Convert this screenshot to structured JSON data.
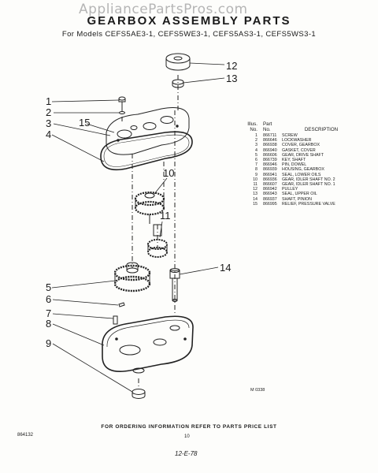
{
  "watermark": "AppliancePartsPros.com",
  "title": "GEARBOX ASSEMBLY PARTS",
  "models": "For Models CEFS5AE3-1, CEFS5WE3-1, CEFS5AS3-1, CEFS5WS3-1",
  "parts_table": {
    "headers": {
      "illus_no": "Illus.\nNo.",
      "part_no": "Part\nNo.",
      "description": "DESCRIPTION"
    },
    "rows": [
      {
        "no": "1",
        "part": "866711",
        "desc": "SCREW"
      },
      {
        "no": "2",
        "part": "866646",
        "desc": "LOCKWASHER"
      },
      {
        "no": "3",
        "part": "866938",
        "desc": "COVER, GEARBOX"
      },
      {
        "no": "4",
        "part": "866940",
        "desc": "GASKET, COVER"
      },
      {
        "no": "5",
        "part": "866606",
        "desc": "GEAR, DRIVE SHAFT"
      },
      {
        "no": "6",
        "part": "866739",
        "desc": "KEY, SHAFT"
      },
      {
        "no": "7",
        "part": "866946",
        "desc": "PIN, DOWEL"
      },
      {
        "no": "8",
        "part": "866939",
        "desc": "HOUSING, GEARBOX"
      },
      {
        "no": "9",
        "part": "866941",
        "desc": "SEAL, LOWER OILS"
      },
      {
        "no": "10",
        "part": "866936",
        "desc": "GEAR, IDLER SHAFT NO. 2"
      },
      {
        "no": "11",
        "part": "866607",
        "desc": "GEAR, IDLER SHAFT NO. 1"
      },
      {
        "no": "12",
        "part": "866942",
        "desc": "PULLEY"
      },
      {
        "no": "13",
        "part": "866943",
        "desc": "SEAL, UPPER OIL"
      },
      {
        "no": "14",
        "part": "866937",
        "desc": "SHAFT, PINION"
      },
      {
        "no": "15",
        "part": "866995",
        "desc": "RELIEF, PRESSURE VALVE"
      }
    ]
  },
  "callouts": [
    "1",
    "2",
    "3",
    "4",
    "5",
    "6",
    "7",
    "8",
    "9",
    "10",
    "11",
    "12",
    "13",
    "14",
    "15"
  ],
  "figure_number": "M 0338",
  "footer": "FOR ORDERING INFORMATION REFER TO PARTS PRICE LIST",
  "publication_number": "864132",
  "page_number": "10",
  "handwritten_note": "12-E-78"
}
